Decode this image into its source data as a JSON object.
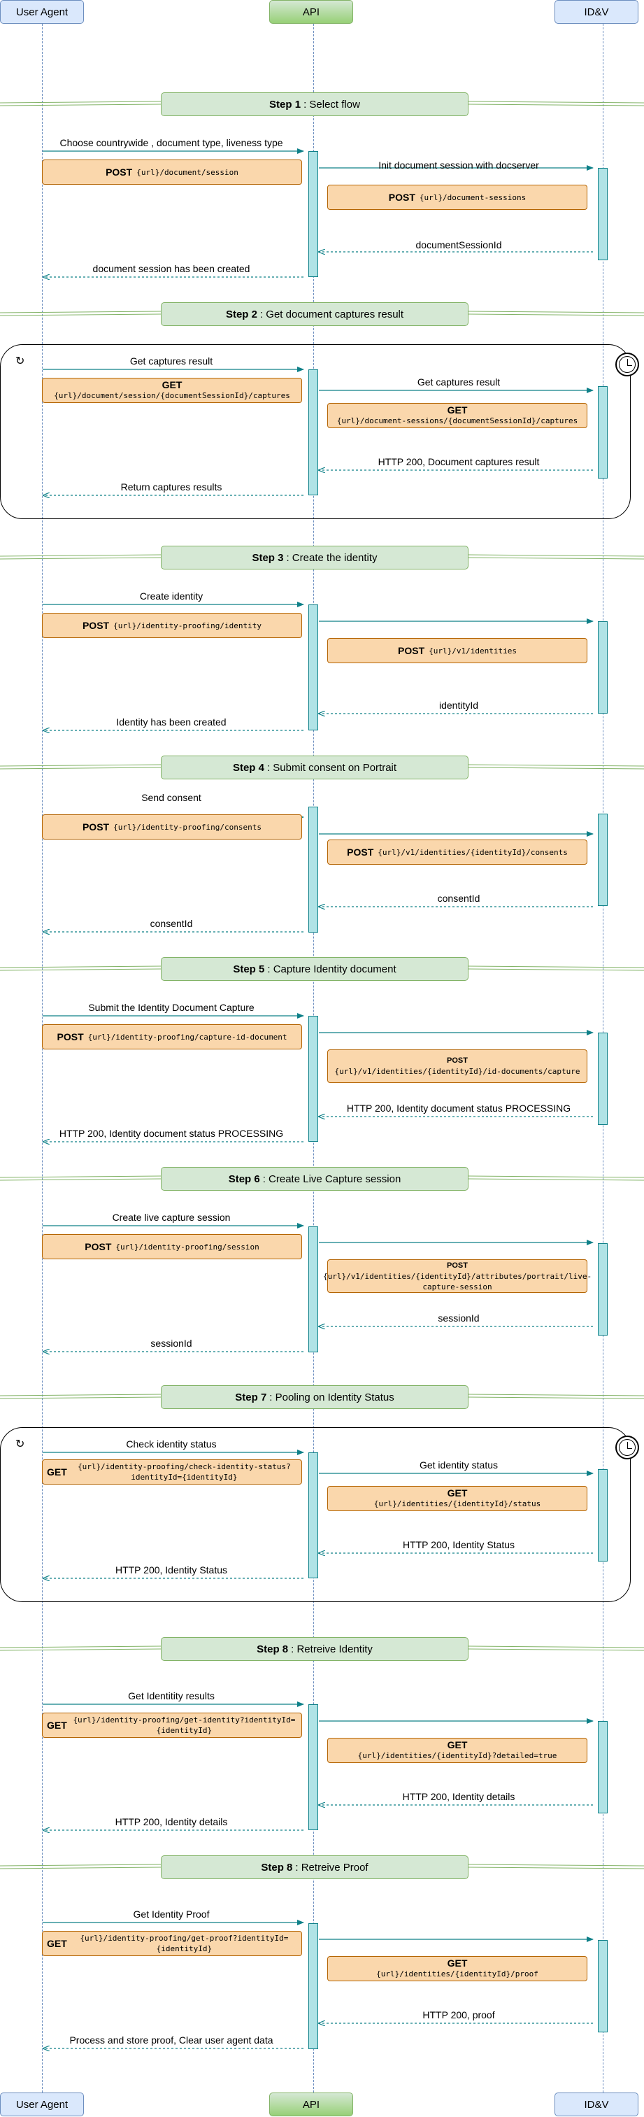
{
  "actors": {
    "user_agent": "User Agent",
    "api": "API",
    "idv": "ID&V"
  },
  "colors": {
    "arrow": "#0e8088",
    "actor_fill": "#dae8fc",
    "api_fill": "#97d077",
    "step_fill": "#d5e8d4",
    "note_fill": "#fad7ac",
    "activation_fill": "#b0e3e6"
  },
  "steps": [
    {
      "num": "Step 1",
      "title": ": Select flow"
    },
    {
      "num": "Step 2",
      "title": ": Get document captures result"
    },
    {
      "num": "Step 3",
      "title": ": Create the identity"
    },
    {
      "num": "Step 4",
      "title": ": Submit consent on Portrait"
    },
    {
      "num": "Step 5",
      "title": ": Capture Identity document"
    },
    {
      "num": "Step 6",
      "title": ": Create Live Capture session"
    },
    {
      "num": "Step 7",
      "title": ": Pooling on Identity Status"
    },
    {
      "num": "Step 8",
      "title": ": Retreive Identity"
    },
    {
      "num": "Step 8",
      "title": ": Retreive Proof"
    }
  ],
  "messages": [
    "Choose countrywide , document type, liveness type",
    "Init document session with docserver",
    "documentSessionId",
    "document session has been created",
    "Get captures result",
    "Get captures result",
    "HTTP 200, Document captures result",
    "Return captures results",
    "Create identity",
    "identityId",
    "Identity has been created",
    "Send  consent",
    "consentId",
    "consentId",
    "Submit the Identity Document Capture",
    "HTTP 200, Identity document status PROCESSING",
    "HTTP 200, Identity document status PROCESSING",
    "Create live capture session",
    "sessionId",
    "sessionId",
    "Check identity status",
    "Get identity status",
    "HTTP 200, Identity Status",
    "HTTP 200, Identity Status",
    "Get Identitity results",
    "HTTP 200, Identity details",
    "HTTP 200, Identity details",
    "Get Identity Proof",
    "HTTP 200, proof",
    "Process and store proof, Clear user agent data"
  ],
  "notes": [
    {
      "verb": "POST",
      "path": "{url}/document/session"
    },
    {
      "verb": "POST",
      "path": "{url}/document-sessions"
    },
    {
      "verb": "GET",
      "path": "{url}/document/session/{documentSessionId}/captures"
    },
    {
      "verb": "GET",
      "path": "{url}/document-sessions/{documentSessionId}/captures"
    },
    {
      "verb": "POST",
      "path": "{url}/identity-proofing/identity"
    },
    {
      "verb": "POST",
      "path": "{url}/v1/identities"
    },
    {
      "verb": "POST",
      "path": "{url}/identity-proofing/consents"
    },
    {
      "verb": "POST",
      "path": "{url}/v1/identities/{identityId}/consents"
    },
    {
      "verb": "POST",
      "path": "{url}/identity-proofing/capture-id-document"
    },
    {
      "verb": "POST",
      "path": "{url}/v1/identities/{identityId}/id-documents/capture"
    },
    {
      "verb": "POST",
      "path": "{url}/identity-proofing/session"
    },
    {
      "verb": "POST",
      "path": "{url}/v1/identities/{identityId}/attributes/portrait/live-capture-session"
    },
    {
      "verb": "GET",
      "path": "{url}/identity-proofing/check-identity-status?identityId={identityId}"
    },
    {
      "verb": "GET",
      "path": "{url}/identities/{identityId}/status"
    },
    {
      "verb": "GET",
      "path": "{url}/identity-proofing/get-identity?identityId={identityId}"
    },
    {
      "verb": "GET",
      "path": "{url}/identities/{identityId}?detailed=true"
    },
    {
      "verb": "GET",
      "path": "{url}/identity-proofing/get-proof?identityId={identityId}"
    },
    {
      "verb": "GET",
      "path": "{url}/identities/{identityId}/proof"
    }
  ],
  "loop_icon": "loop-icon",
  "timer_icon": "clock-icon"
}
